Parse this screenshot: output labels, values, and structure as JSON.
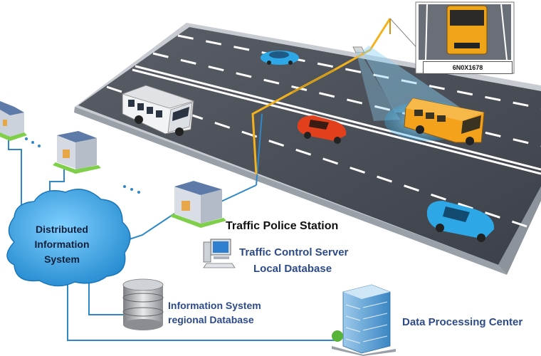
{
  "labels": {
    "distributed_system": "Distributed Information System",
    "police_station": "Traffic Police Station",
    "control_server": "Traffic Control Server",
    "local_database": "Local Database",
    "is_database_line1": "Information System",
    "is_database_line2": "regional Database",
    "data_center": "Data Processing Center",
    "license_plate": "6N0X1678"
  },
  "colors": {
    "road": "#4a4f58",
    "road_shoulder": "#b7bcc3",
    "lane_marking": "#ffffff",
    "network_line": "#2f88c6",
    "camera_pole": "#f2b21d",
    "cloud": "#2a93d6",
    "label_blue": "#2d4a8a",
    "bus_yellow": "#f4a21c",
    "car_red": "#e2401c",
    "car_blue": "#2ea7e6"
  },
  "icons": [
    "house-icon",
    "server-monitor-icon",
    "database-icon",
    "office-building-icon",
    "surveillance-camera-icon",
    "cloud-icon"
  ]
}
